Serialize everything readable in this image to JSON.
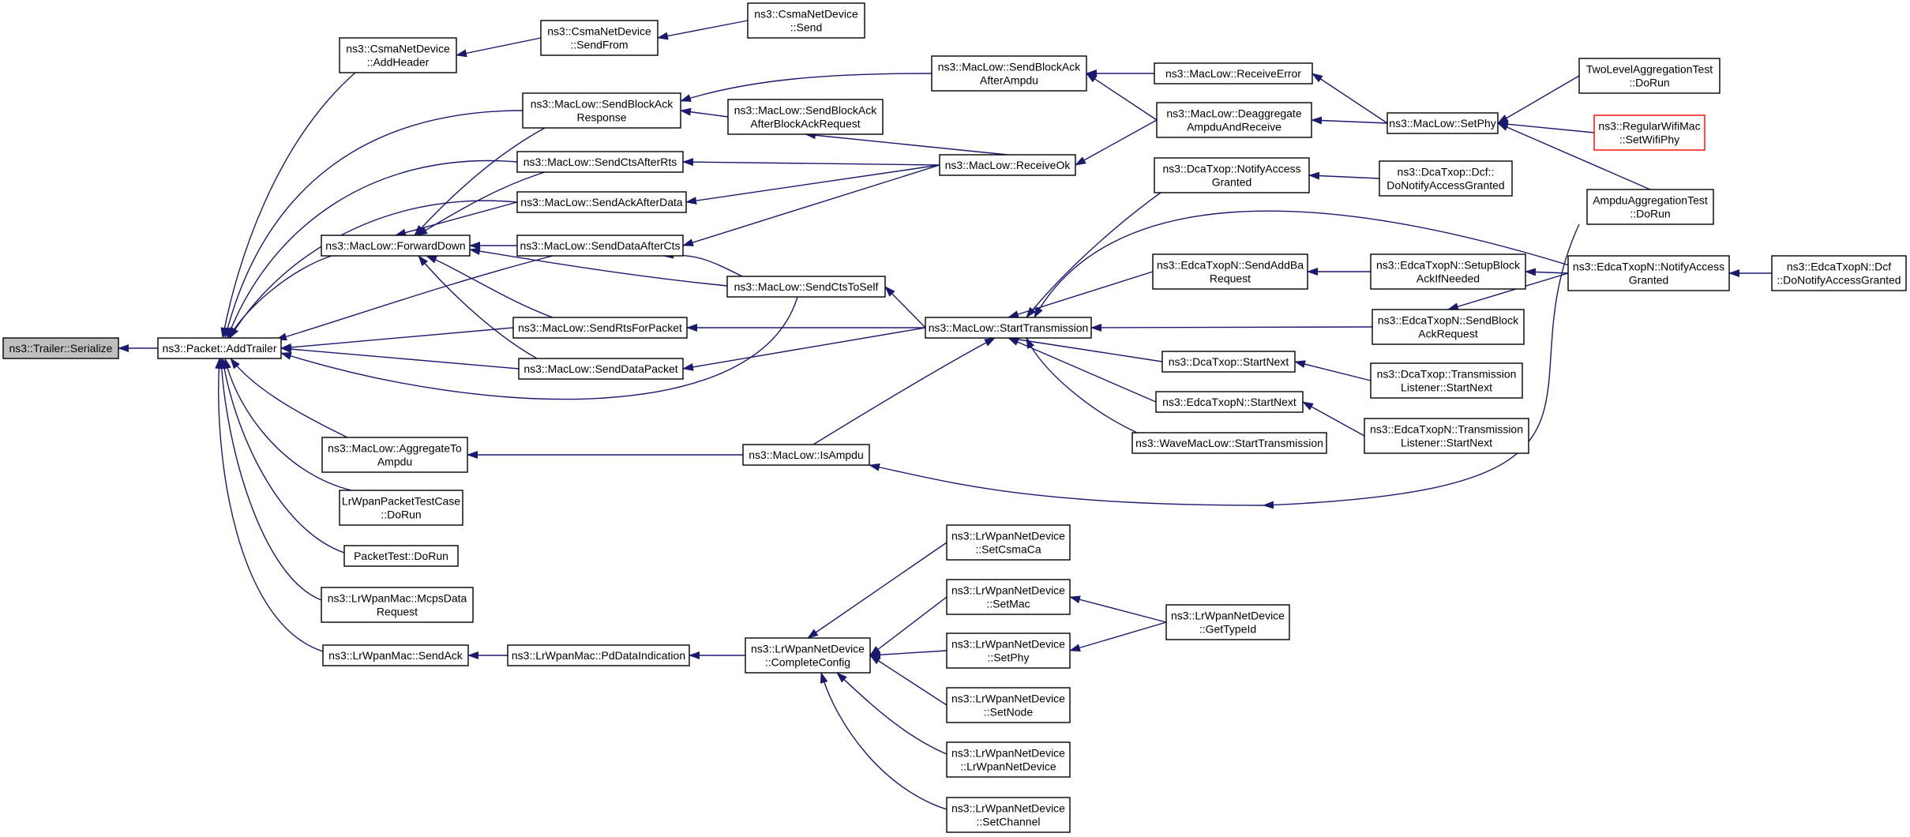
{
  "colors": {
    "edge": "#191970",
    "current_fill": "#bfbfbf",
    "highlight_border": "#ff0000"
  },
  "nodes": {
    "trailer_serialize": [
      "ns3::Trailer::Serialize"
    ],
    "packet_addtrailer": [
      "ns3::Packet::AddTrailer"
    ],
    "csma_addheader": [
      "ns3::CsmaNetDevice",
      "::AddHeader"
    ],
    "csma_sendfrom": [
      "ns3::CsmaNetDevice",
      "::SendFrom"
    ],
    "csma_send": [
      "ns3::CsmaNetDevice",
      "::Send"
    ],
    "mac_sendblockackresponse": [
      "ns3::MacLow::SendBlockAck",
      "Response"
    ],
    "mac_sendblockackafterampdu": [
      "ns3::MacLow::SendBlockAck",
      "AfterAmpdu"
    ],
    "mac_receiveerror": [
      "ns3::MacLow::ReceiveError"
    ],
    "mac_sendblockackafterbar": [
      "ns3::MacLow::SendBlockAck",
      "AfterBlockAckRequest"
    ],
    "mac_deaggregate": [
      "ns3::MacLow::Deaggregate",
      "AmpduAndReceive"
    ],
    "mac_setphy": [
      "ns3::MacLow::SetPhy"
    ],
    "twolevel_dorun": [
      "TwoLevelAggregationTest",
      "::DoRun"
    ],
    "regularwifimac_setwifiphy": [
      "ns3::RegularWifiMac",
      "::SetWifiPhy"
    ],
    "mac_sendctsafterrts": [
      "ns3::MacLow::SendCtsAfterRts"
    ],
    "mac_receiveok": [
      "ns3::MacLow::ReceiveOk"
    ],
    "dca_notifyaccessgranted": [
      "ns3::DcaTxop::NotifyAccess",
      "Granted"
    ],
    "dca_dcf_donotify": [
      "ns3::DcaTxop::Dcf::",
      "DoNotifyAccessGranted"
    ],
    "ampdu_dorun": [
      "AmpduAggregationTest",
      "::DoRun"
    ],
    "mac_sendackafterdata": [
      "ns3::MacLow::SendAckAfterData"
    ],
    "mac_forwarddown": [
      "ns3::MacLow::ForwardDown"
    ],
    "mac_senddataaftercts": [
      "ns3::MacLow::SendDataAfterCts"
    ],
    "edca_sendaddba": [
      "ns3::EdcaTxopN::SendAddBa",
      "Request"
    ],
    "edca_setupblockack": [
      "ns3::EdcaTxopN::SetupBlock",
      "AckIfNeeded"
    ],
    "edca_notifyaccessgranted": [
      "ns3::EdcaTxopN::NotifyAccess",
      "Granted"
    ],
    "edca_dcf_donotify": [
      "ns3::EdcaTxopN::Dcf",
      "::DoNotifyAccessGranted"
    ],
    "mac_sendctstoself": [
      "ns3::MacLow::SendCtsToSelf"
    ],
    "mac_sendrtsforpacket": [
      "ns3::MacLow::SendRtsForPacket"
    ],
    "mac_starttransmission": [
      "ns3::MacLow::StartTransmission"
    ],
    "edca_sendblockackrequest": [
      "ns3::EdcaTxopN::SendBlock",
      "AckRequest"
    ],
    "mac_senddatapacket": [
      "ns3::MacLow::SendDataPacket"
    ],
    "dca_startnext": [
      "ns3::DcaTxop::StartNext"
    ],
    "dca_transmissionlistener": [
      "ns3::DcaTxop::Transmission",
      "Listener::StartNext"
    ],
    "edca_startnext": [
      "ns3::EdcaTxopN::StartNext"
    ],
    "edca_transmissionlistener": [
      "ns3::EdcaTxopN::Transmission",
      "Listener::StartNext"
    ],
    "wavemac_starttransmission": [
      "ns3::WaveMacLow::StartTransmission"
    ],
    "mac_aggregatetoampdu": [
      "ns3::MacLow::AggregateTo",
      "Ampdu"
    ],
    "mac_isampdu": [
      "ns3::MacLow::IsAmpdu"
    ],
    "lrwpan_packettest": [
      "LrWpanPacketTestCase",
      "::DoRun"
    ],
    "packettest_dorun": [
      "PacketTest::DoRun"
    ],
    "lrwpanmac_mcpsdatarequest": [
      "ns3::LrWpanMac::McpsData",
      "Request"
    ],
    "lrwpanmac_sendack": [
      "ns3::LrWpanMac::SendAck"
    ],
    "lrwpanmac_pddataindication": [
      "ns3::LrWpanMac::PdDataIndication"
    ],
    "lrwpannd_completeconfig": [
      "ns3::LrWpanNetDevice",
      "::CompleteConfig"
    ],
    "lrwpannd_setcsmaca": [
      "ns3::LrWpanNetDevice",
      "::SetCsmaCa"
    ],
    "lrwpannd_setmac": [
      "ns3::LrWpanNetDevice",
      "::SetMac"
    ],
    "lrwpannd_gettypeid": [
      "ns3::LrWpanNetDevice",
      "::GetTypeId"
    ],
    "lrwpannd_setphy": [
      "ns3::LrWpanNetDevice",
      "::SetPhy"
    ],
    "lrwpannd_setnode": [
      "ns3::LrWpanNetDevice",
      "::SetNode"
    ],
    "lrwpannd_ctor": [
      "ns3::LrWpanNetDevice",
      "::LrWpanNetDevice"
    ],
    "lrwpannd_setchannel": [
      "ns3::LrWpanNetDevice",
      "::SetChannel"
    ]
  }
}
